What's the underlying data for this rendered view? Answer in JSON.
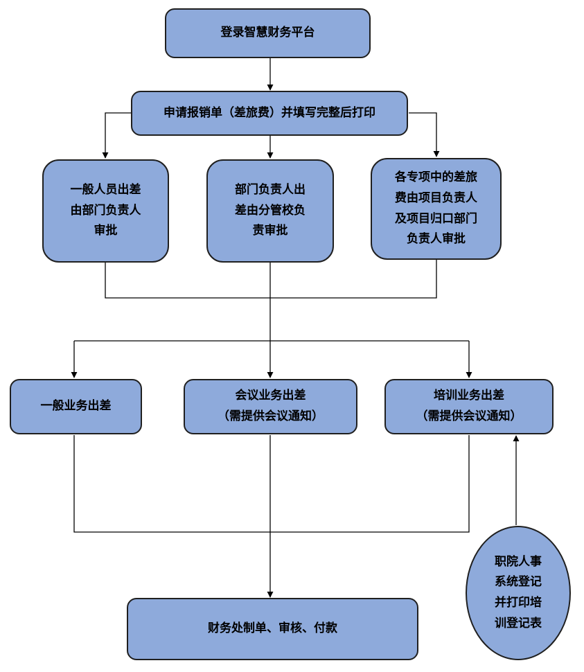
{
  "nodes": {
    "login": "登录智慧财务平台",
    "fill": "申请报销单（差旅费）并填写完整后打印",
    "approve_general": "一般人员出差\n由部门负责人\n审批",
    "approve_dept_head": "部门负责人出\n差由分管校负\n责审批",
    "approve_project": "各专项中的差旅\n费由项目负责人\n及项目归口部门\n负责人审批",
    "trip_general": "一般业务出差",
    "trip_meeting": "会议业务出差\n（需提供会议通知）",
    "trip_training": "培训业务出差\n（需提供会议通知）",
    "finance": "财务处制单、审核、付款",
    "hr_system": "职院人事\n系统登记\n并打印培\n训登记表"
  },
  "colors": {
    "box_fill": "#8eaadb",
    "stroke": "#1f1f1f",
    "line": "#000000"
  }
}
